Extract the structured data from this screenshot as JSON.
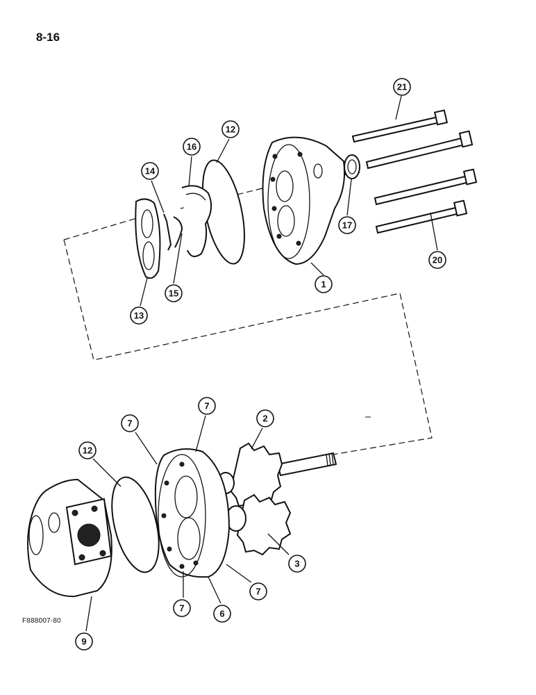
{
  "page": {
    "number": "8-16",
    "figure_code": "F888007-80"
  },
  "callouts": {
    "c21": "21",
    "c20": "20",
    "c17": "17",
    "c1": "1",
    "c12a": "12",
    "c16": "16",
    "c14": "14",
    "c15": "15",
    "c13": "13",
    "c7a": "7",
    "c7b": "7",
    "c2": "2",
    "c12b": "12",
    "c3": "3",
    "c7c": "7",
    "c7d": "7",
    "c6": "6",
    "c9": "9"
  }
}
